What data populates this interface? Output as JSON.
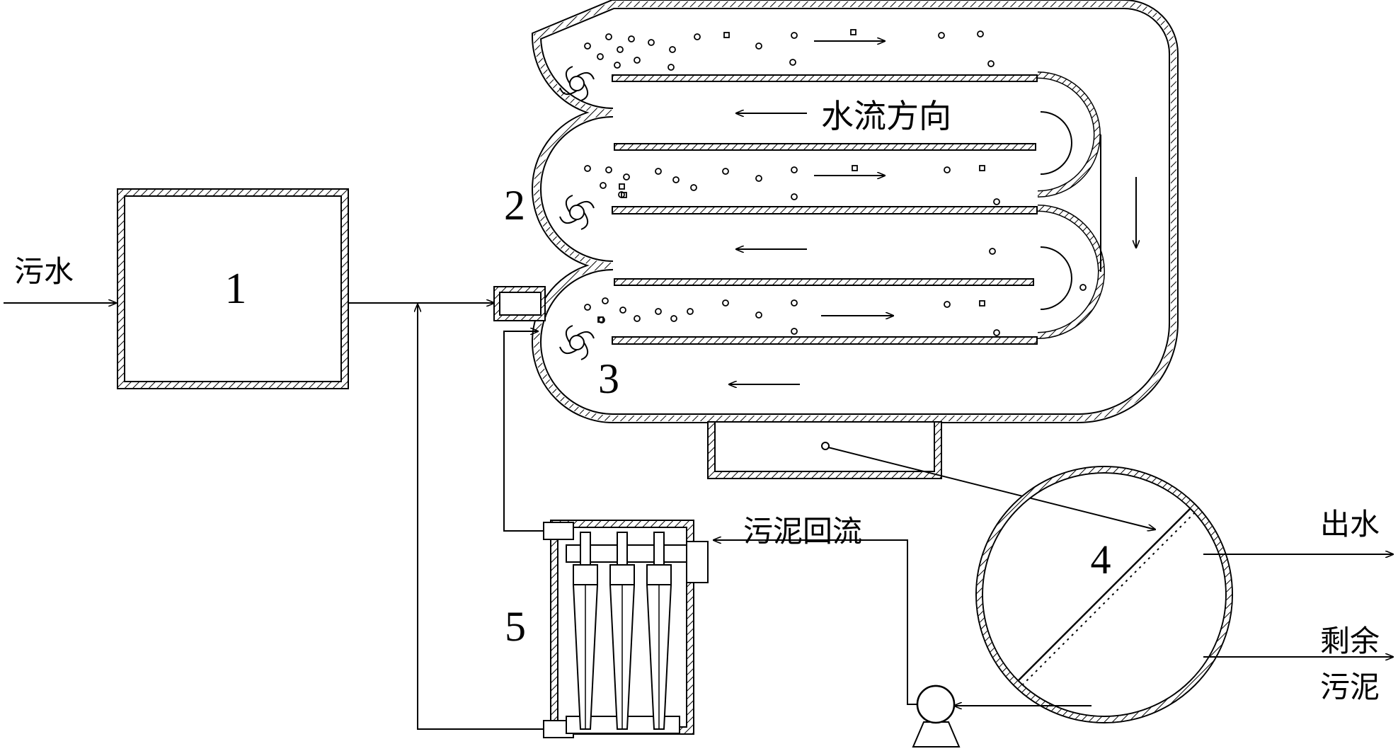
{
  "labels": {
    "inflow": "污水",
    "flow_direction": "水流方向",
    "sludge_return": "污泥回流",
    "effluent": "出水",
    "excess_sludge_line1": "剩余",
    "excess_sludge_line2": "污泥"
  },
  "units": {
    "unit1": "1",
    "unit2": "2",
    "unit3": "3",
    "unit4": "4",
    "unit5": "5"
  }
}
